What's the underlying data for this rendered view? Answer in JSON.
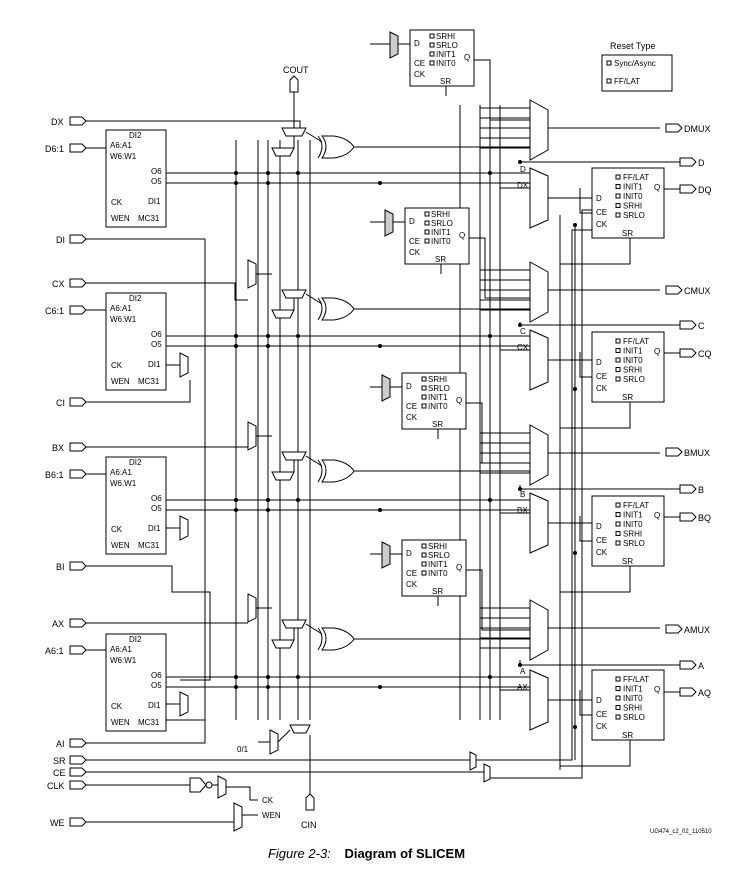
{
  "caption": {
    "label": "Figure 2-3:",
    "title": "Diagram of SLICEM"
  },
  "doc_id": "UG474_c2_02_110510",
  "reset_type": {
    "title": "Reset Type",
    "options": [
      "Sync/Async",
      "FF/LAT"
    ]
  },
  "top_labels": {
    "cout": "COUT",
    "cin": "CIN"
  },
  "inputs": {
    "dx": "DX",
    "d61": "D6:1",
    "di": "DI",
    "cx": "CX",
    "c61": "C6:1",
    "ci": "CI",
    "bx": "BX",
    "b61": "B6:1",
    "bi": "BI",
    "ax": "AX",
    "a61": "A6:1",
    "ai": "AI",
    "sr": "SR",
    "ce": "CE",
    "clk": "CLK",
    "we": "WE"
  },
  "outputs": {
    "dmux": "DMUX",
    "d": "D",
    "dq": "DQ",
    "cmux": "CMUX",
    "c": "C",
    "cq": "CQ",
    "bmux": "BMUX",
    "b": "B",
    "bq": "BQ",
    "amux": "AMUX",
    "a": "A",
    "aq": "AQ"
  },
  "lut": {
    "di2": "DI2",
    "addr1": "A6:A1",
    "addr2": "W6:W1",
    "o6": "O6",
    "o5": "O5",
    "ck": "CK",
    "di1": "DI1",
    "wen": "WEN",
    "mc31": "MC31"
  },
  "ff": {
    "ffopts": [
      "FF/LAT",
      "INIT1",
      "INIT0",
      "SRHI",
      "SRLO"
    ],
    "d": "D",
    "q": "Q",
    "ce": "CE",
    "ck": "CK",
    "sr": "SR"
  },
  "latch": {
    "opts": [
      "SRHI",
      "SRLO",
      "INIT1",
      "INIT0"
    ],
    "d": "D",
    "q": "Q",
    "ce": "CE",
    "ck": "CK",
    "sr": "SR"
  },
  "mux_labels": {
    "d": "D",
    "dx": "DX",
    "c": "C",
    "cx": "CX",
    "b": "B",
    "bx": "BX",
    "a": "A",
    "ax": "AX"
  },
  "bottom": {
    "zero_one": "0/1",
    "ck": "CK",
    "wen": "WEN"
  }
}
